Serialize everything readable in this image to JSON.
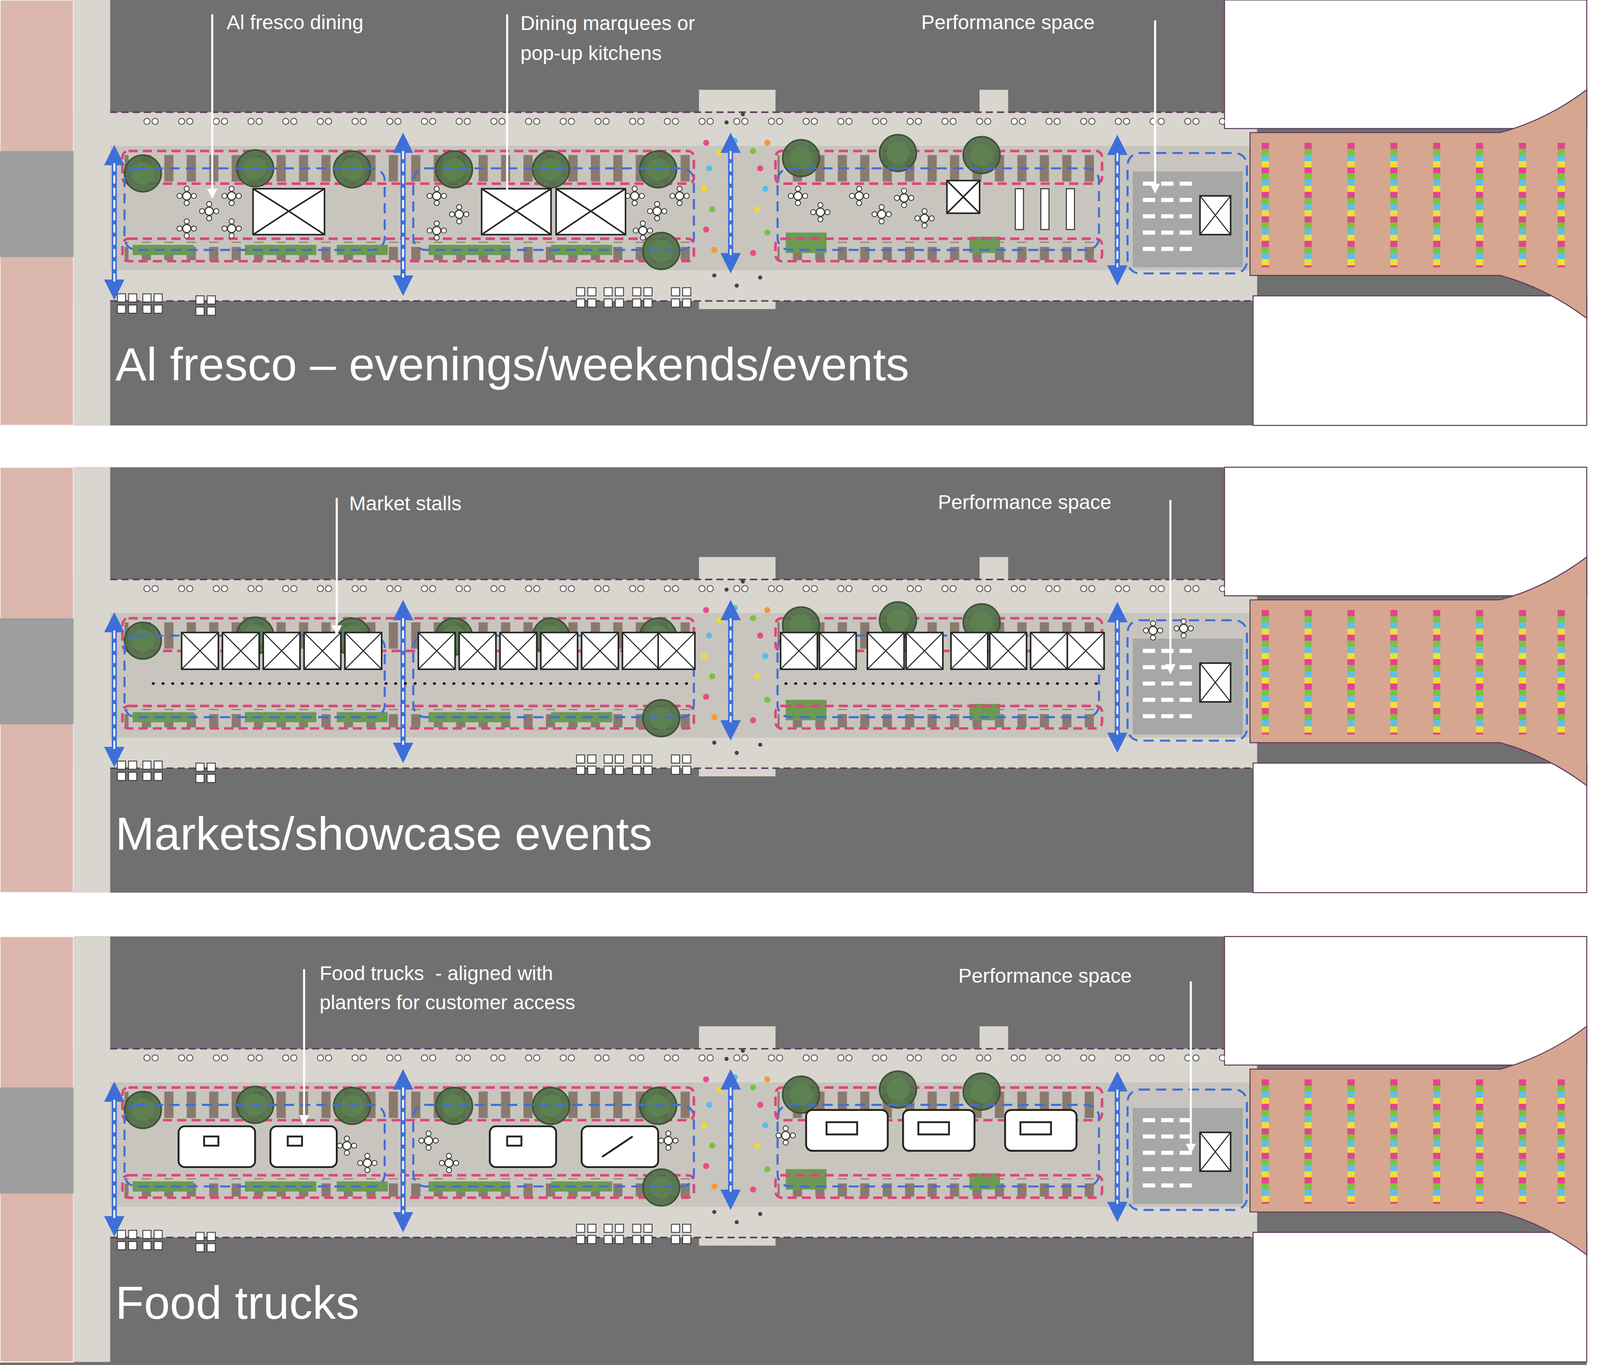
{
  "diagram": {
    "labels": [
      "Al fresco dining",
      "Dining marquees or pop-up kitchens",
      "Performance space",
      "Al fresco – evenings/weekends/events",
      "Market stalls",
      "Performance space",
      "Markets/showcase events",
      "Food trucks  - aligned with planters for customer access",
      "Performance space",
      "Food trucks"
    ]
  }
}
